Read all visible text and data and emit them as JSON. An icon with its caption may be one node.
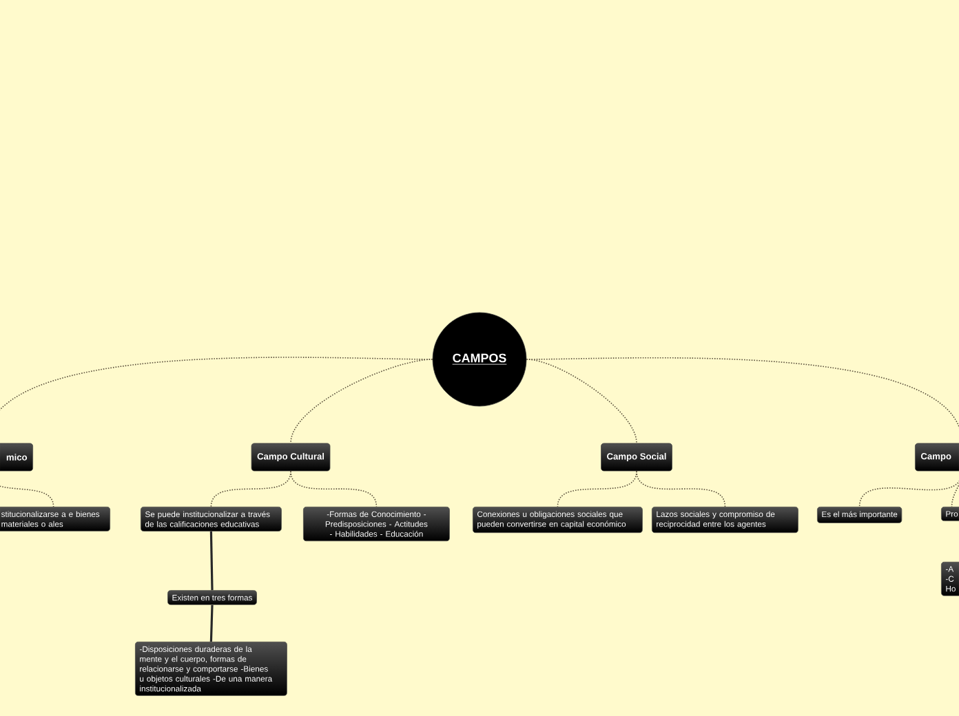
{
  "diagram": {
    "nodes": [
      {
        "text": [
          "CAMPOS"
        ]
      },
      {
        "text": [
          "mico"
        ]
      },
      {
        "text": [
          "Campo Cultural"
        ]
      },
      {
        "text": [
          "Campo Social"
        ]
      },
      {
        "text": [
          "Campo"
        ]
      },
      {
        "text": [
          "stitucionalizarse a e bienes materiales o ales"
        ]
      },
      {
        "text": [
          "Se puede institucionalizar a través de las calificaciones educativas"
        ]
      },
      {
        "text": [
          "-Formas de Conocimiento - Predisposiciones - Actitudes - Habilidades - Educación"
        ]
      },
      {
        "text": [
          "Conexiones u obligaciones sociales que pueden convertirse en capital económico"
        ]
      },
      {
        "text": [
          "Lazos sociales y compromiso de reciprocidad entre los agentes"
        ]
      },
      {
        "text": [
          "Es el más importante"
        ]
      },
      {
        "text": [
          "Pro"
        ]
      },
      {
        "text": [
          "Existen en tres formas"
        ]
      },
      {
        "text": [
          "-Disposiciones duraderas de la mente y el cuerpo, formas de relacionarse y comportarse -Bienes u objetos culturales -De una manera institucionalizada"
        ]
      },
      {
        "text": [
          "-A -C Ho"
        ]
      }
    ],
    "edges": [
      {
        "from": 0,
        "to": 1,
        "arrow": "none",
        "style": "dashed"
      },
      {
        "from": 0,
        "to": 2,
        "arrow": "none",
        "style": "dashed"
      },
      {
        "from": 0,
        "to": 3,
        "arrow": "none",
        "style": "dashed"
      },
      {
        "from": 0,
        "to": 4,
        "arrow": "none",
        "style": "dashed"
      },
      {
        "from": 1,
        "to": 5,
        "arrow": "none",
        "style": "dashed"
      },
      {
        "from": 2,
        "to": 6,
        "arrow": "none",
        "style": "dashed"
      },
      {
        "from": 2,
        "to": 7,
        "arrow": "none",
        "style": "dashed"
      },
      {
        "from": 3,
        "to": 8,
        "arrow": "none",
        "style": "dashed"
      },
      {
        "from": 3,
        "to": 9,
        "arrow": "none",
        "style": "dashed"
      },
      {
        "from": 4,
        "to": 10,
        "arrow": "none",
        "style": "dashed"
      },
      {
        "from": 4,
        "to": 11,
        "arrow": "none",
        "style": "dashed"
      },
      {
        "from": 6,
        "to": 12,
        "arrow": "none"
      },
      {
        "from": 12,
        "to": 13,
        "arrow": "none"
      }
    ]
  }
}
